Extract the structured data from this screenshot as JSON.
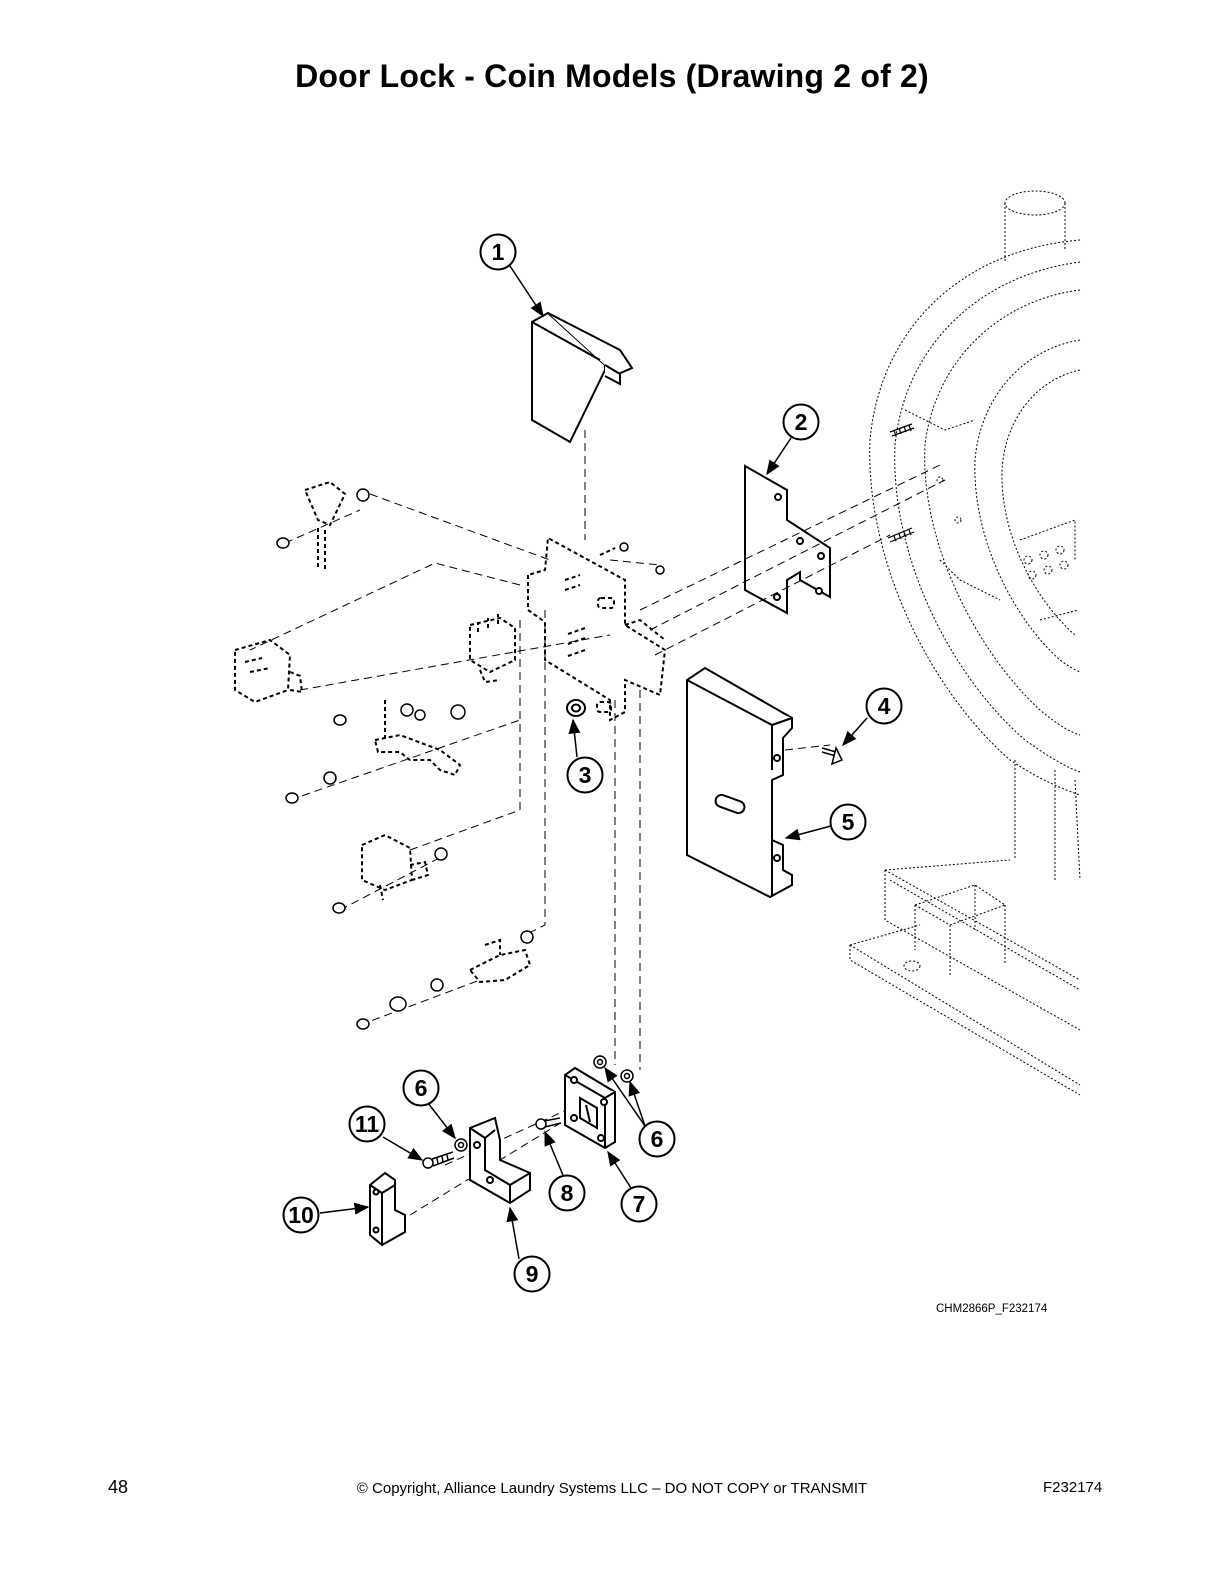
{
  "page": {
    "title": "Door Lock - Coin Models (Drawing 2 of 2)",
    "drawing_code": "CHM2866P_F232174",
    "page_number": "48",
    "copyright": "© Copyright, Alliance Laundry Systems LLC – DO NOT COPY or TRANSMIT",
    "document_number": "F232174"
  },
  "callouts": [
    "1",
    "2",
    "3",
    "4",
    "5",
    "6",
    "6",
    "7",
    "8",
    "9",
    "10",
    "11"
  ],
  "colors": {
    "ink": "#000000",
    "paper": "#ffffff"
  }
}
